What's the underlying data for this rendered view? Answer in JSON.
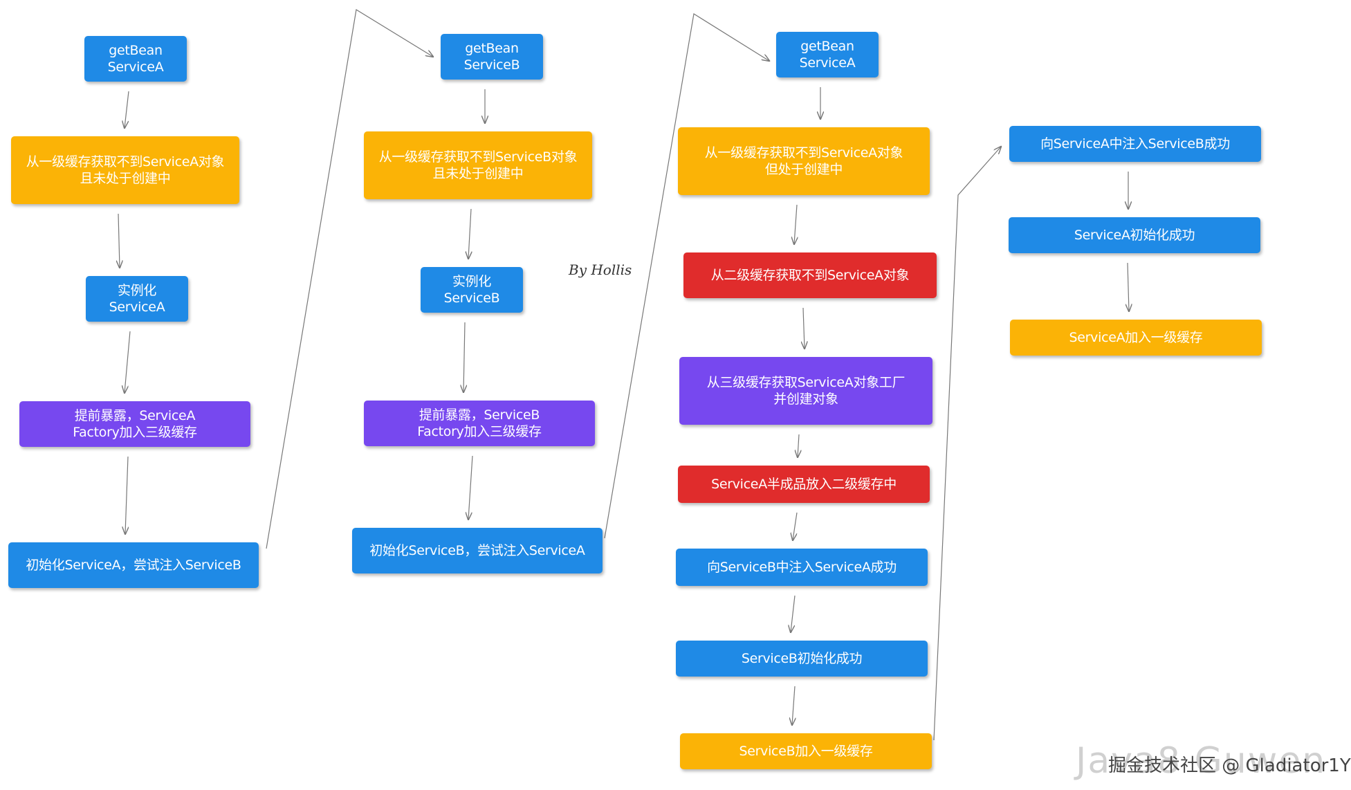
{
  "diagram": {
    "author": "By Hollis",
    "watermark": "Java8 Guwen",
    "credit": "掘金技术社区 @ Gladiator1Y",
    "colors": {
      "blue": "#1f8ae6",
      "orange": "#fbb306",
      "purple": "#7748ef",
      "red": "#e02c2c",
      "line": "#777777"
    },
    "columns": [
      {
        "steps": [
          {
            "text": "getBean\nServiceA",
            "color": "blue"
          },
          {
            "text": "从一级缓存获取不到ServiceA对象\n且未处于创建中",
            "color": "orange"
          },
          {
            "text": "实例化ServiceA",
            "color": "blue"
          },
          {
            "text": "提前暴露，ServiceA\nFactory加入三级缓存",
            "color": "purple"
          },
          {
            "text": "初始化ServiceA，尝试注入ServiceB",
            "color": "blue"
          }
        ]
      },
      {
        "steps": [
          {
            "text": "getBean\nServiceB",
            "color": "blue"
          },
          {
            "text": "从一级缓存获取不到ServiceB对象\n且未处于创建中",
            "color": "orange"
          },
          {
            "text": "实例化ServiceB",
            "color": "blue"
          },
          {
            "text": "提前暴露，ServiceB\nFactory加入三级缓存",
            "color": "purple"
          },
          {
            "text": "初始化ServiceB，尝试注入ServiceA",
            "color": "blue"
          }
        ]
      },
      {
        "steps": [
          {
            "text": "getBean\nServiceA",
            "color": "blue"
          },
          {
            "text": "从一级缓存获取不到ServiceA对象\n但处于创建中",
            "color": "orange"
          },
          {
            "text": "从二级缓存获取不到ServiceA对象",
            "color": "red"
          },
          {
            "text": "从三级缓存获取ServiceA对象工厂\n并创建对象",
            "color": "purple"
          },
          {
            "text": "ServiceA半成品放入二级缓存中",
            "color": "red"
          },
          {
            "text": "向ServiceB中注入ServiceA成功",
            "color": "blue"
          },
          {
            "text": "ServiceB初始化成功",
            "color": "blue"
          },
          {
            "text": "ServiceB加入一级缓存",
            "color": "orange"
          }
        ]
      },
      {
        "steps": [
          {
            "text": "向ServiceA中注入ServiceB成功",
            "color": "blue"
          },
          {
            "text": "ServiceA初始化成功",
            "color": "blue"
          },
          {
            "text": "ServiceA加入一级缓存",
            "color": "orange"
          }
        ]
      }
    ]
  }
}
